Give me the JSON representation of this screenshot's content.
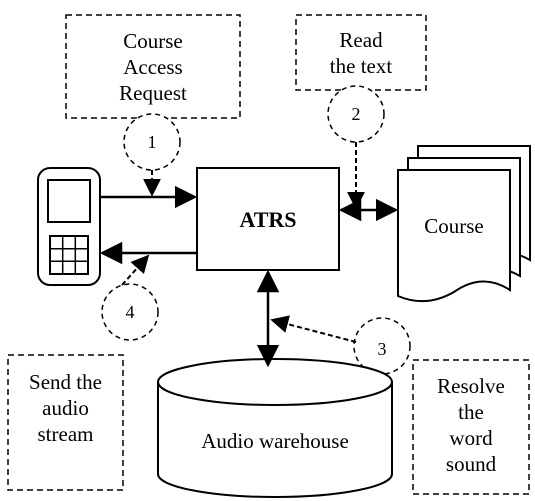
{
  "notes": {
    "course_access_request": [
      "Course",
      "Access",
      "Request"
    ],
    "read_the_text": [
      "Read",
      "the text"
    ],
    "send_audio_stream": [
      "Send the",
      "audio",
      "stream"
    ],
    "resolve_word_sound": [
      "Resolve",
      "the",
      "word",
      "sound"
    ]
  },
  "nodes": {
    "atrs": "ATRS",
    "course": "Course",
    "audio_warehouse": "Audio warehouse"
  },
  "steps": {
    "step1": "1",
    "step2": "2",
    "step3": "3",
    "step4": "4"
  },
  "icons": {
    "mobile": "mobile-phone-icon",
    "documents": "document-stack-icon",
    "database": "database-cylinder-icon"
  }
}
